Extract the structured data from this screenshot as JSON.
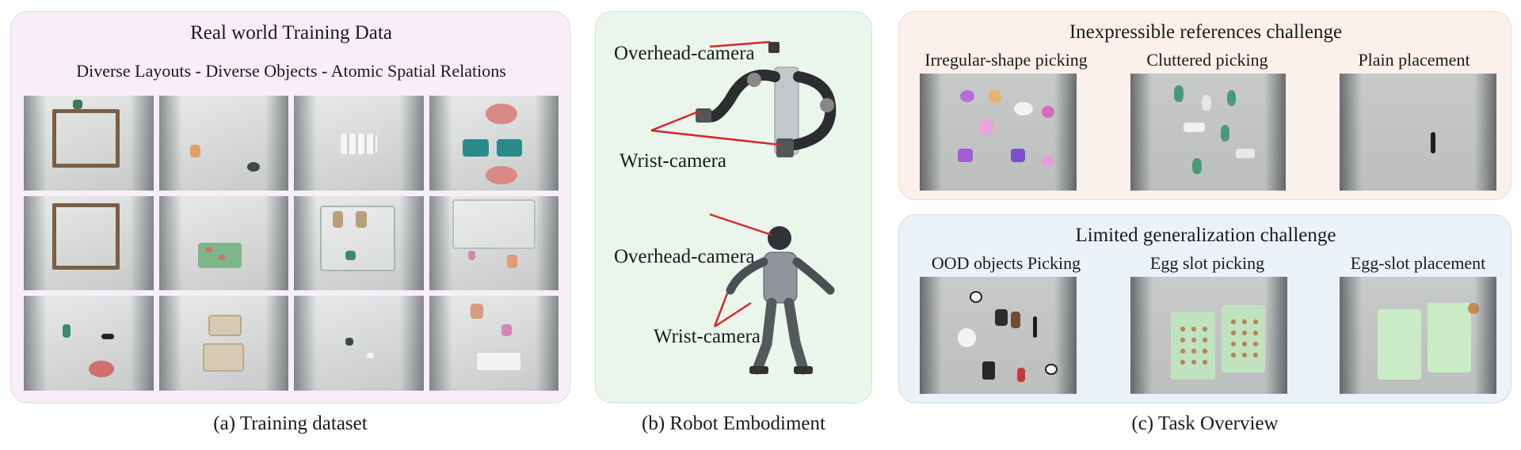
{
  "panel_a": {
    "title": "Real world Training Data",
    "subtitle": "Diverse Layouts - Diverse Objects - Atomic Spatial Relations",
    "caption": "(a) Training dataset"
  },
  "panel_b": {
    "top_robot": {
      "overhead_label": "Overhead-camera",
      "wrist_label": "Wrist-camera"
    },
    "bottom_robot": {
      "overhead_label": "Overhead-camera",
      "wrist_label": "Wrist-camera"
    },
    "caption": "(b) Robot Embodiment"
  },
  "panel_c": {
    "inexpressible": {
      "title": "Inexpressible references challenge",
      "tasks": [
        "Irregular-shape picking",
        "Cluttered picking",
        "Plain placement"
      ]
    },
    "limited": {
      "title": "Limited generalization challenge",
      "tasks": [
        "OOD objects Picking",
        "Egg slot picking",
        "Egg-slot placement"
      ]
    },
    "caption": "(c) Task Overview"
  },
  "colors": {
    "panel_a_bg": "#f8eef8",
    "panel_b_bg": "#eaf6ec",
    "panel_c1_bg": "#fbf1ea",
    "panel_c2_bg": "#eaf2f8",
    "camera_pointer": "#d8262b"
  }
}
